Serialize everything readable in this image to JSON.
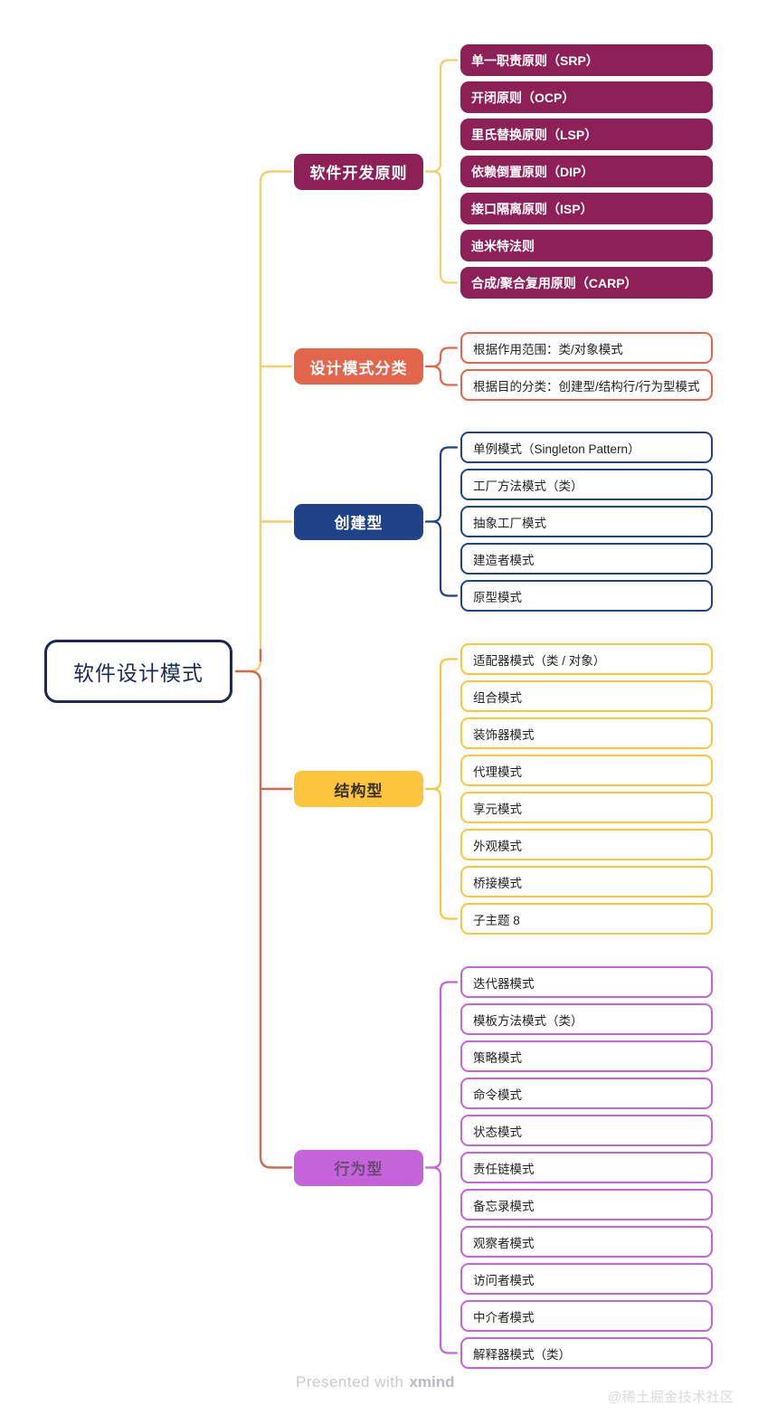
{
  "document": {
    "type": "mindmap",
    "root": {
      "label": "软件设计模式",
      "border_color": "#1b2a54",
      "fill_color": "#ffffff",
      "text_color": "#1b2a54"
    }
  },
  "palette": {
    "magenta": "#8d2056",
    "orange": "#e2664c",
    "blue": "#1f4289",
    "yellow": "#fbc63e",
    "purple": "#c464d8",
    "trunk_upper": "#f2cf68",
    "trunk_lower": "#cf6a52",
    "root_navy": "#1b2a54"
  },
  "branches": [
    {
      "id": "software-development-principles",
      "label": "软件开发原则",
      "fill": "#8d2056",
      "text_color": "#ffffff",
      "connector_color": "#f2cf68",
      "child_style": "filled",
      "children": [
        {
          "label": "单一职责原则（SRP）"
        },
        {
          "label": "开闭原则（OCP）"
        },
        {
          "label": "里氏替换原则（LSP）"
        },
        {
          "label": "依赖倒置原则（DIP）"
        },
        {
          "label": "接口隔离原则（ISP）"
        },
        {
          "label": "迪米特法则"
        },
        {
          "label": "合成/聚合复用原则（CARP）"
        }
      ]
    },
    {
      "id": "design-pattern-classification",
      "label": "设计模式分类",
      "fill": "#e2664c",
      "text_color": "#ffffff",
      "connector_color": "#e2664c",
      "child_style": "outlined",
      "children": [
        {
          "label": "根据作用范围：类/对象模式"
        },
        {
          "label": "根据目的分类：创建型/结构行/行为型模式"
        }
      ]
    },
    {
      "id": "creational",
      "label": "创建型",
      "fill": "#1f4289",
      "text_color": "#ffffff",
      "connector_color": "#1f4289",
      "child_style": "outlined",
      "children": [
        {
          "label": "单例模式（Singleton Pattern）"
        },
        {
          "label": "工厂方法模式（类）"
        },
        {
          "label": "抽象工厂模式"
        },
        {
          "label": "建造者模式"
        },
        {
          "label": "原型模式"
        }
      ]
    },
    {
      "id": "structural",
      "label": "结构型",
      "fill": "#fbc63e",
      "text_color": "#3a3024",
      "connector_color": "#fbc63e",
      "child_style": "outlined",
      "children": [
        {
          "label": "适配器模式（类 / 对象）"
        },
        {
          "label": "组合模式"
        },
        {
          "label": "装饰器模式"
        },
        {
          "label": "代理模式"
        },
        {
          "label": "享元模式"
        },
        {
          "label": "外观模式"
        },
        {
          "label": "桥接模式"
        },
        {
          "label": "子主题 8"
        }
      ]
    },
    {
      "id": "behavioral",
      "label": "行为型",
      "fill": "#c464d8",
      "text_color": "#6b4a7a",
      "connector_color": "#c464d8",
      "child_style": "outlined",
      "children": [
        {
          "label": "迭代器模式"
        },
        {
          "label": "模板方法模式（类）"
        },
        {
          "label": "策略模式"
        },
        {
          "label": "命令模式"
        },
        {
          "label": "状态模式"
        },
        {
          "label": "责任链模式"
        },
        {
          "label": "备忘录模式"
        },
        {
          "label": "观察者模式"
        },
        {
          "label": "访问者模式"
        },
        {
          "label": "中介者模式"
        },
        {
          "label": "解释器模式（类）"
        }
      ]
    }
  ],
  "footer": {
    "presented_prefix": "Presented with",
    "brand": "xmind",
    "watermark": "@稀土掘金技术社区"
  }
}
